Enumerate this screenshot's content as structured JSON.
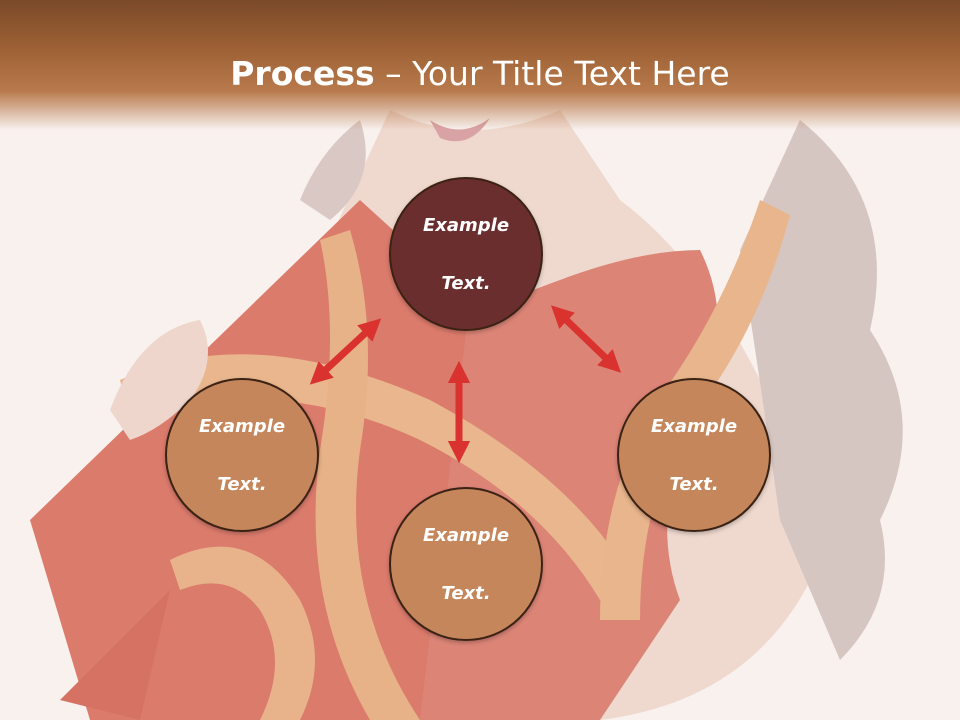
{
  "title": {
    "bold": "Process",
    "dash": " – ",
    "rest": "Your Title Text Here"
  },
  "nodes": {
    "top": {
      "line1": "Example",
      "line2": "Text."
    },
    "left": {
      "line1": "Example",
      "line2": "Text."
    },
    "right": {
      "line1": "Example",
      "line2": "Text."
    },
    "bottom": {
      "line1": "Example",
      "line2": "Text."
    }
  },
  "colors": {
    "title_bar": "#9b5f33",
    "node_dark": "#6b2e2f",
    "node_light": "#c4865a",
    "arrow": "#d9322f"
  }
}
